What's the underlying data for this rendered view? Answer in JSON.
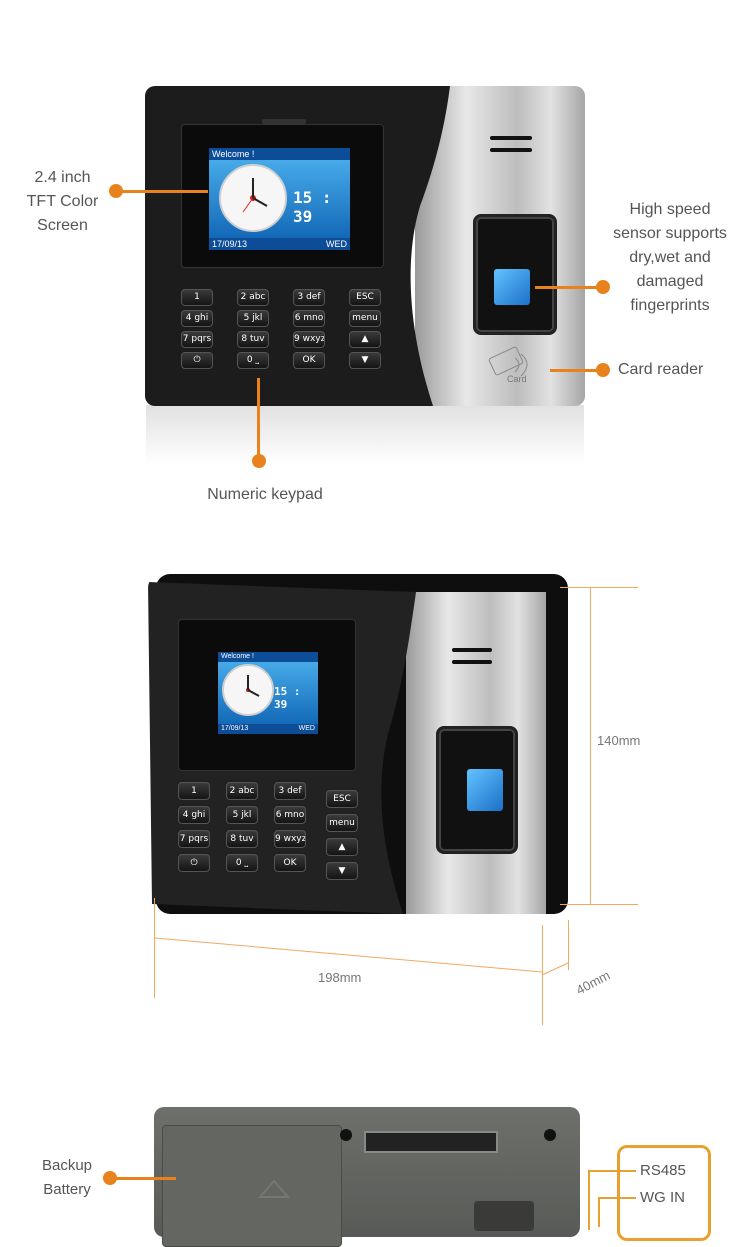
{
  "section1": {
    "callouts": {
      "screen": "2.4 inch\nTFT Color\nScreen",
      "sensor": "High speed\nsensor supports\ndry,wet and\ndamaged\nfingerprints",
      "card_reader": "Card reader",
      "keypad": "Numeric keypad"
    },
    "screen": {
      "welcome": "Welcome !",
      "time": "15 : 39",
      "date": "17/09/13",
      "day": "WED"
    },
    "card_label": "Card",
    "keys": [
      [
        "1",
        "2 abc",
        "3 def",
        "ESC"
      ],
      [
        "4 ghi",
        "5 jkl",
        "6 mno",
        "menu"
      ],
      [
        "7 pqrs",
        "8 tuv",
        "9 wxyz",
        "▲"
      ],
      [
        "⏻",
        "0 ⎵",
        "OK",
        "▼"
      ]
    ]
  },
  "section2": {
    "screen": {
      "welcome": "Welcome !",
      "time": "15 : 39",
      "date": "17/09/13",
      "day": "WED"
    },
    "dimensions": {
      "height": "140mm",
      "width": "198mm",
      "depth": "40mm"
    }
  },
  "section3": {
    "callouts": {
      "battery": "Backup\nBattery",
      "rs485": "RS485",
      "wg_in": "WG IN"
    }
  },
  "colors": {
    "accent": "#e8821c",
    "dimension_line": "#f0a960"
  }
}
